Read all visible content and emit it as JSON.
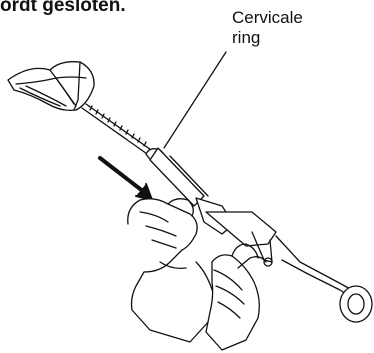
{
  "heading": {
    "text": "ordt gesloten."
  },
  "callout": {
    "line1": "Cervicale",
    "line2": "ring"
  },
  "colors": {
    "ink": "#111111",
    "background": "#ffffff"
  }
}
